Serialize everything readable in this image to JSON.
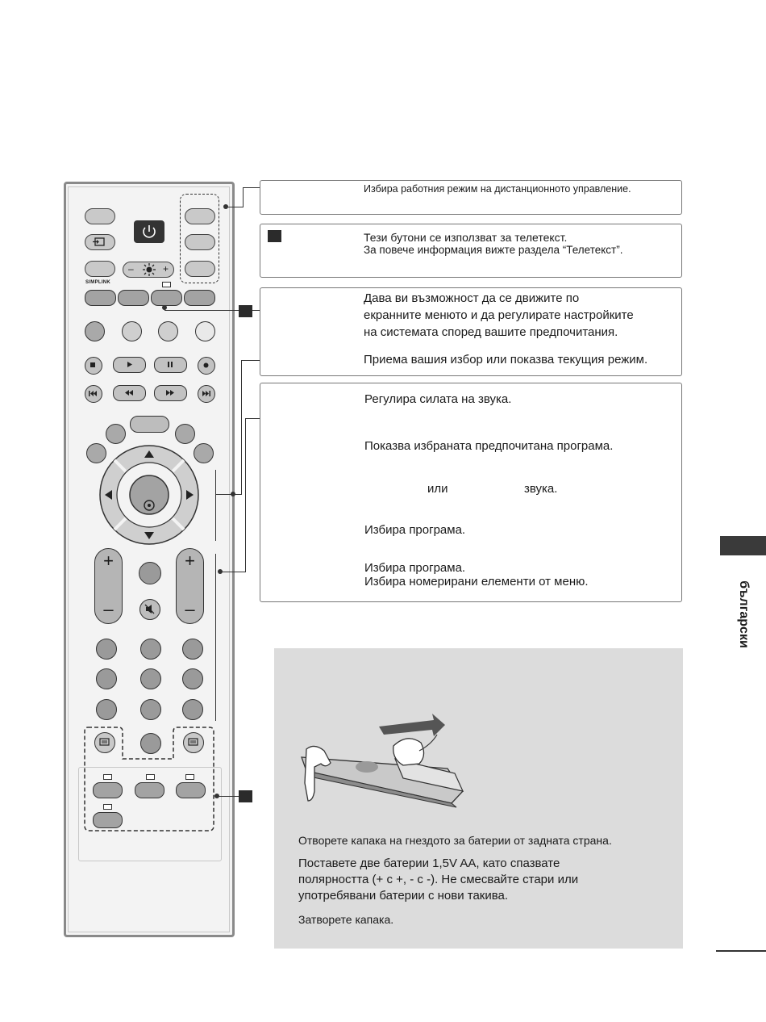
{
  "callouts": [
    {
      "text_lines": [
        "Избира работния режим на дистанционното управление."
      ]
    },
    {
      "text_lines": [
        "Тези бутони се използват за телетекст.",
        "За повече информация вижте раздела “Телетекст”."
      ]
    },
    {
      "text_lines": [
        "Дава ви възможност да се движите по",
        "екранните менюто и да регулирате настройките",
        "на системата според вашите предпочитания.",
        "Приема вашия избор или показва текущия режим."
      ]
    },
    {
      "text_lines": [
        "Регулира силата на звука.",
        "Показва избраната предпочитана програма.",
        "или",
        "звука.",
        "Избира програма.",
        "Избира програма.",
        "Избира номерирани елементи от меню."
      ]
    }
  ],
  "battery_steps": [
    "Отворете капака на гнездото за батерии от задната страна.",
    "Поставете две батерии 1,5V AA, като спазвате",
    "полярността (+ с +, - с -). Не смесвайте стари или",
    "употребявани батерии с нови такива.",
    "Затворете капака."
  ],
  "remote_labels": {
    "simplink": "SIMPLINK",
    "vol_plus": "+",
    "vol_minus": "–",
    "prog_plus": "+",
    "prog_minus": "–"
  },
  "side_tab": {
    "label": "български"
  },
  "colors": {
    "marker": "#2b2b2b",
    "panel": "#dcdcdc",
    "tab": "#3a3a3a"
  }
}
